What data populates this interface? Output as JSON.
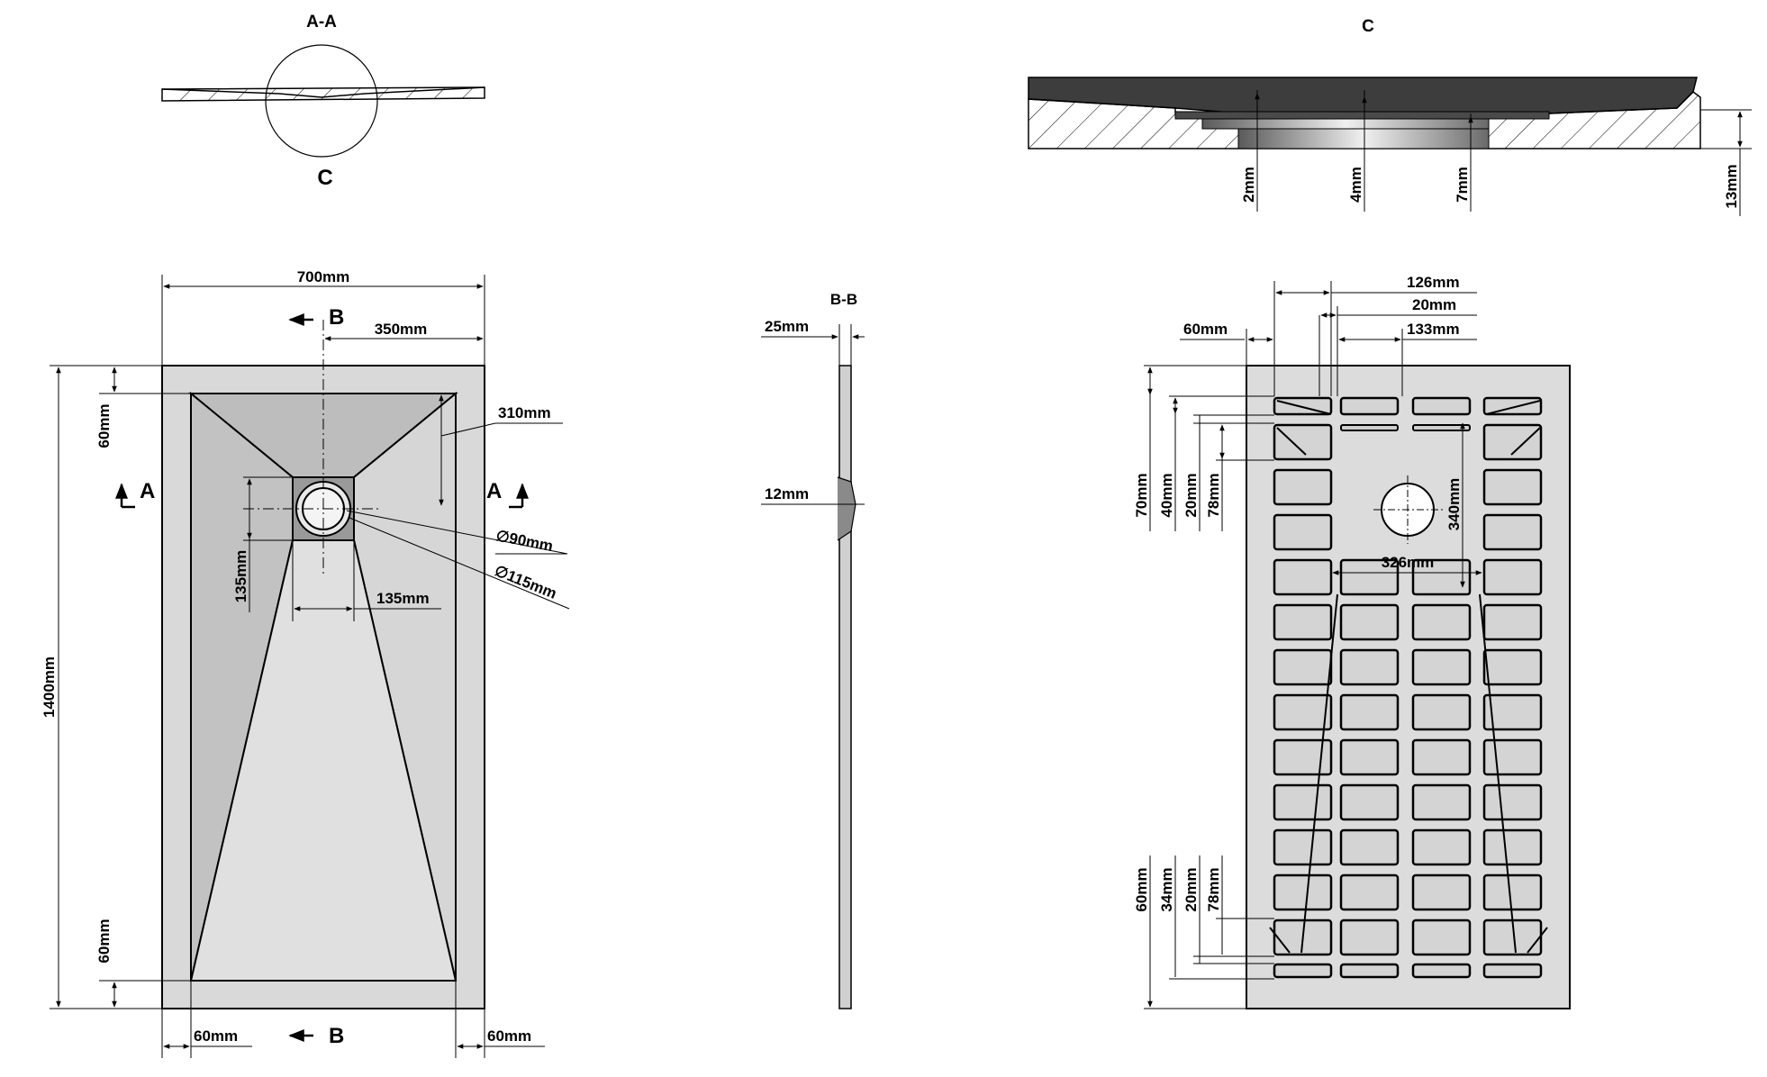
{
  "colors": {
    "tray_fill": "#d9d9d9",
    "slope_dark": "#bdbdbd",
    "slope_mid": "#c8c8c8",
    "slope_light": "#dedede",
    "section_dark": "#3a3a3a",
    "drain_grey": "#8a8a8a",
    "line": "#000000"
  },
  "views": {
    "section_aa": {
      "title": "A-A",
      "detail_marker": "C"
    },
    "top_view": {
      "width": "700mm",
      "half_width": "350mm",
      "length": "1400mm",
      "top_border": "60mm",
      "bottom_border": "60mm",
      "left_border": "60mm",
      "right_border": "60mm",
      "slope_depth": "310mm",
      "drain_dia_inner": "∅90mm",
      "drain_dia_outer": "∅115mm",
      "drain_box_h": "135mm",
      "drain_box_w": "135mm",
      "cut_b": "B",
      "cut_a": "A"
    },
    "section_bb": {
      "title": "B-B",
      "total_thickness": "25mm",
      "edge_thickness": "12mm"
    },
    "detail_c": {
      "title": "C",
      "dims": [
        "2mm",
        "4mm",
        "7mm",
        "13mm"
      ]
    },
    "bottom_view": {
      "top_dims": [
        "126mm",
        "20mm",
        "133mm"
      ],
      "left_border": "60mm",
      "upper_left_dims": [
        "70mm",
        "40mm",
        "20mm",
        "78mm"
      ],
      "lower_left_dims": [
        "60mm",
        "34mm",
        "20mm",
        "78mm"
      ],
      "drain_offset": "340mm",
      "drain_span": "326mm"
    }
  }
}
